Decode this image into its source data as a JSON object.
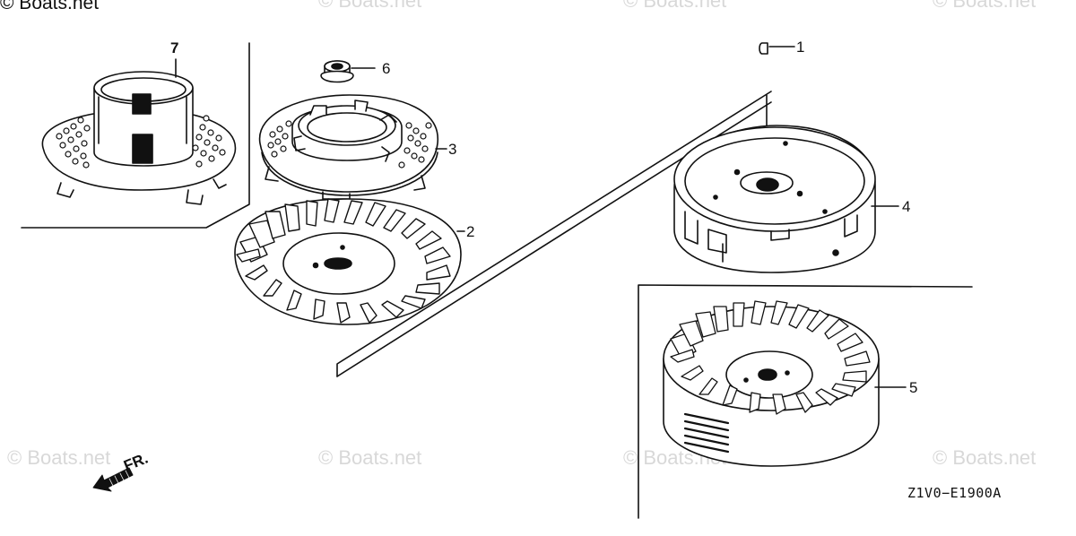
{
  "watermarks": {
    "top_left": "© Boats.net",
    "repeat": "© Boats.net"
  },
  "callouts": {
    "c1": "1",
    "c2": "2",
    "c3": "3",
    "c4": "4",
    "c5": "5",
    "c6": "6",
    "c7": "7"
  },
  "direction_label": "FR.",
  "diagram_code": "Z1V0−E1900A",
  "colors": {
    "ink": "#111111",
    "watermark": "#d8d8d8",
    "background": "#ffffff"
  }
}
